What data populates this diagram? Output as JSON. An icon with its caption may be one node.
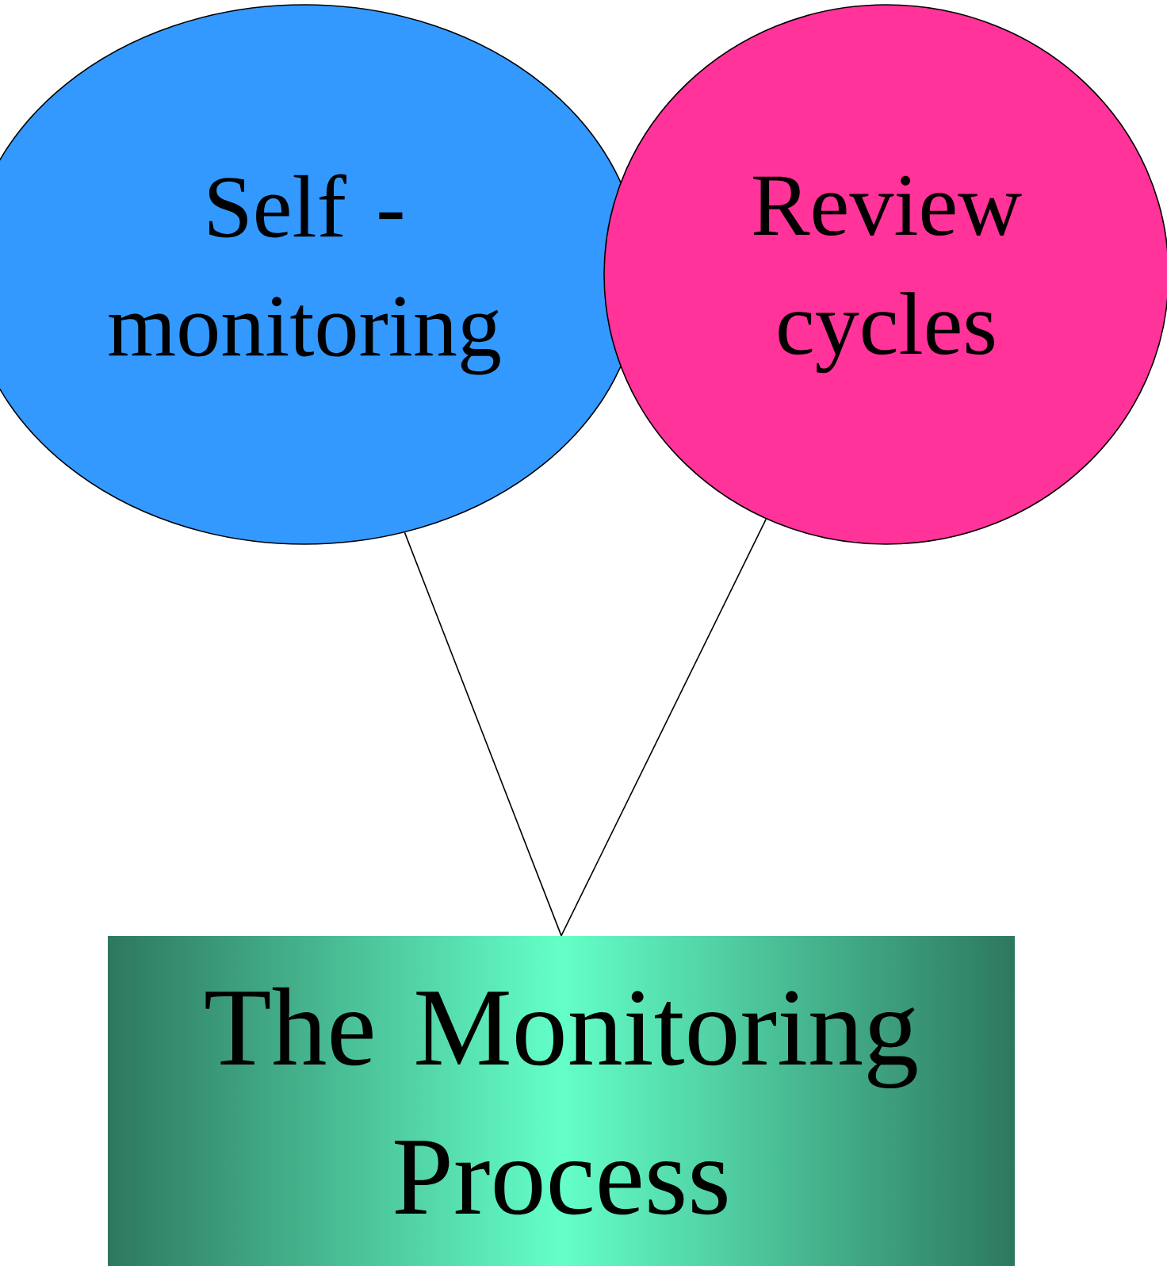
{
  "diagram": {
    "nodes": [
      {
        "text": [
          "Self - monitoring"
        ]
      },
      {
        "text": [
          "Review cycles"
        ]
      },
      {
        "text": [
          "The Monitoring Process"
        ]
      }
    ],
    "edges": [
      {
        "from": 0,
        "to": 2,
        "arrow": "none"
      },
      {
        "from": 1,
        "to": 2,
        "arrow": "none"
      }
    ]
  }
}
